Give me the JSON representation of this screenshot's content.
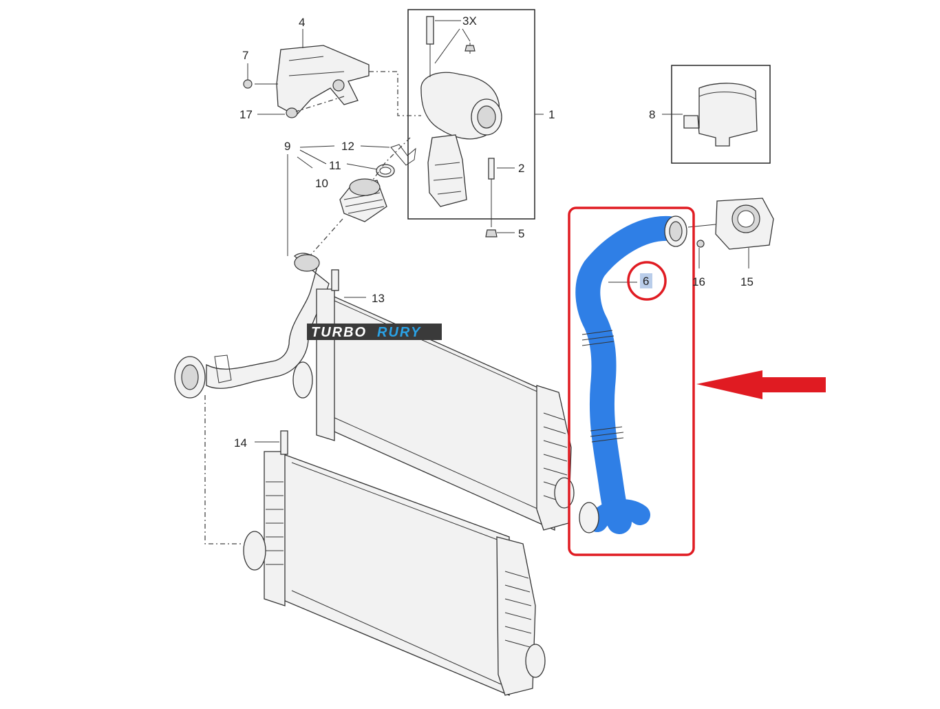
{
  "callouts": {
    "c1": "1",
    "c2": "2",
    "c3x": "3X",
    "c4": "4",
    "c5": "5",
    "c6": "6",
    "c7": "7",
    "c8": "8",
    "c9": "9",
    "c10": "10",
    "c11": "11",
    "c12": "12",
    "c13": "13",
    "c14": "14",
    "c15": "15",
    "c16": "16",
    "c17": "17"
  },
  "brand": {
    "part1": "TURBO",
    "part2": "RURY"
  },
  "colors": {
    "highlight_red": "#e01b22",
    "hose_blue": "#2f7fe6",
    "brand_bg": "#3a3a3a",
    "brand_accent": "#2aa2e6"
  }
}
